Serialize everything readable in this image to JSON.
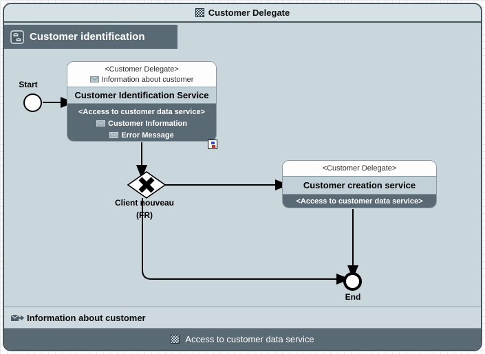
{
  "pool": {
    "title": "Customer Delegate"
  },
  "lane": {
    "title": "Customer identification"
  },
  "nodes": {
    "start": {
      "label": "Start"
    },
    "task1": {
      "vendor": "<Customer Delegate>",
      "input_message": "Information about customer",
      "title": "Customer Identification Service",
      "service": "<Access to customer data service>",
      "outputs": [
        "Customer Information",
        "Error Message"
      ]
    },
    "gateway": {
      "label": "Client nouveau",
      "sublabel": "(FR)"
    },
    "task2": {
      "vendor": "<Customer Delegate>",
      "title": "Customer creation service",
      "service": "<Access to customer data service>"
    },
    "end": {
      "label": "End"
    }
  },
  "footer": {
    "data_item": "Information about customer",
    "service": "Access to customer data service"
  },
  "icons": {
    "pool_icon": "gear-checker-icon",
    "lane_icon": "choreography-icon",
    "message_icon": "envelope-icon",
    "data_out_icon": "envelope-arrow-icon",
    "service_icon": "gear-checker-icon",
    "task_marker_icon": "validation-marker-icon"
  },
  "colors": {
    "pool_border": "#47565f",
    "canvas_bg": "#c9d7dd",
    "header_bg": "#d6e1e5",
    "dark_band": "#5a6a75",
    "task_mid_band": "#c2d1d8",
    "task_border": "#8c9ba3",
    "marker_blue": "#2b49d8",
    "marker_red": "#d82b2b"
  }
}
